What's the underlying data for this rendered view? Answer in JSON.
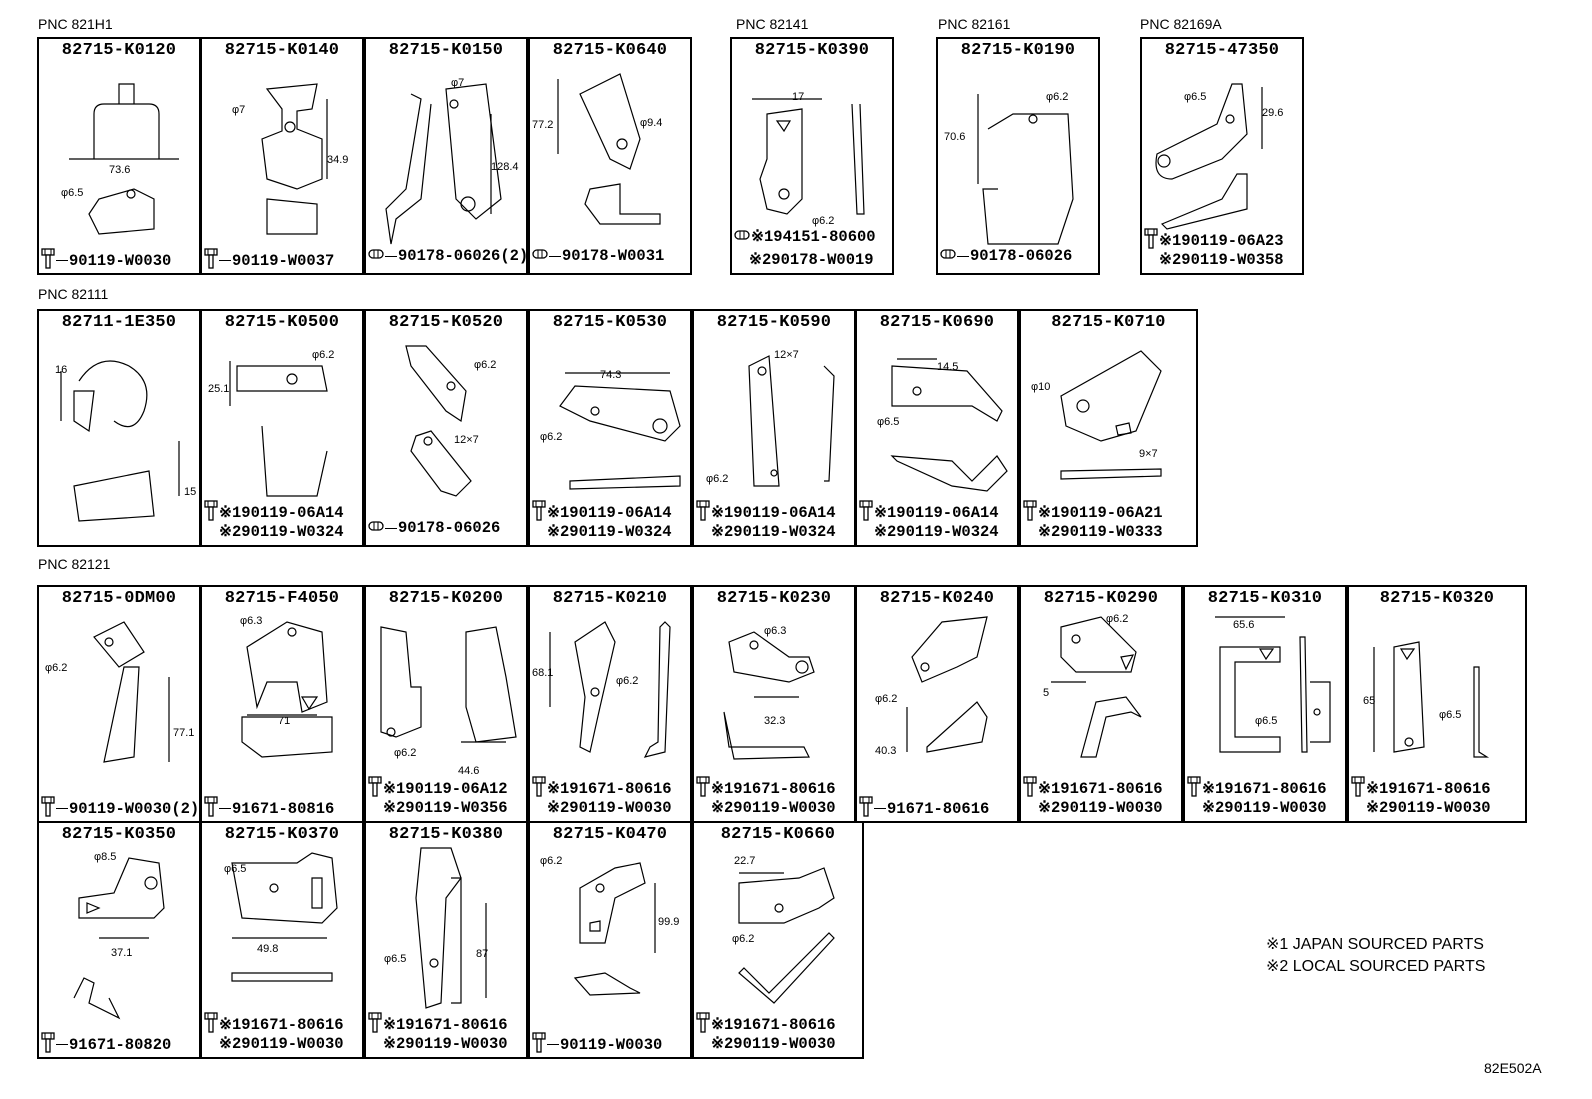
{
  "groups": [
    {
      "pnc": "PNC 821H1",
      "cells": [
        {
          "part": "82715-K0120",
          "fasteners": [
            {
              "icon": "bolt",
              "text": "90119-W0030"
            }
          ],
          "dims": [
            "73.6",
            "φ6.5"
          ]
        },
        {
          "part": "82715-K0140",
          "fasteners": [
            {
              "icon": "bolt",
              "text": "90119-W0037"
            }
          ],
          "dims": [
            "φ7",
            "34.9"
          ]
        },
        {
          "part": "82715-K0150",
          "fasteners": [
            {
              "icon": "clip",
              "text": "90178-06026(2)"
            }
          ],
          "dims": [
            "φ7",
            "128.4"
          ]
        },
        {
          "part": "82715-K0640",
          "fasteners": [
            {
              "icon": "clip",
              "text": "90178-W0031"
            }
          ],
          "dims": [
            "77.2",
            "φ9.4"
          ]
        }
      ]
    },
    {
      "pnc": "PNC 82141",
      "cells": [
        {
          "part": "82715-K0390",
          "fasteners": [
            {
              "icon": "clip",
              "text": "※194151-80600"
            },
            {
              "icon": "none",
              "text": "※290178-W0019"
            }
          ],
          "dims": [
            "17",
            "φ6.2"
          ]
        }
      ]
    },
    {
      "pnc": "PNC 82161",
      "cells": [
        {
          "part": "82715-K0190",
          "fasteners": [
            {
              "icon": "clip",
              "text": "90178-06026"
            }
          ],
          "dims": [
            "φ6.2",
            "70.6"
          ]
        }
      ]
    },
    {
      "pnc": "PNC 82169A",
      "cells": [
        {
          "part": "82715-47350",
          "fasteners": [
            {
              "icon": "bolt",
              "text": "※190119-06A23"
            },
            {
              "icon": "none",
              "text": "※290119-W0358"
            }
          ],
          "dims": [
            "φ6.5",
            "29.6"
          ]
        }
      ]
    },
    {
      "pnc": "PNC 82111",
      "cells": [
        {
          "part": "82711-1E350",
          "fasteners": [],
          "dims": [
            "16",
            "15"
          ]
        },
        {
          "part": "82715-K0500",
          "fasteners": [
            {
              "icon": "bolt",
              "text": "※190119-06A14"
            },
            {
              "icon": "none",
              "text": "※290119-W0324"
            }
          ],
          "dims": [
            "φ6.2",
            "25.1"
          ]
        },
        {
          "part": "82715-K0520",
          "fasteners": [
            {
              "icon": "clip",
              "text": "90178-06026"
            }
          ],
          "dims": [
            "φ6.2",
            "12×7"
          ]
        },
        {
          "part": "82715-K0530",
          "fasteners": [
            {
              "icon": "bolt",
              "text": "※190119-06A14"
            },
            {
              "icon": "none",
              "text": "※290119-W0324"
            }
          ],
          "dims": [
            "74.3",
            "φ6.2"
          ]
        },
        {
          "part": "82715-K0590",
          "fasteners": [
            {
              "icon": "bolt",
              "text": "※190119-06A14"
            },
            {
              "icon": "none",
              "text": "※290119-W0324"
            }
          ],
          "dims": [
            "12×7",
            "φ6.2"
          ]
        },
        {
          "part": "82715-K0690",
          "fasteners": [
            {
              "icon": "bolt",
              "text": "※190119-06A14"
            },
            {
              "icon": "none",
              "text": "※290119-W0324"
            }
          ],
          "dims": [
            "14.5",
            "φ6.5"
          ]
        },
        {
          "part": "82715-K0710",
          "fasteners": [
            {
              "icon": "bolt",
              "text": "※190119-06A21"
            },
            {
              "icon": "none",
              "text": "※290119-W0333"
            }
          ],
          "dims": [
            "φ10",
            "9×7"
          ]
        }
      ]
    },
    {
      "pnc": "PNC 82121",
      "cells": [
        {
          "part": "82715-0DM00",
          "fasteners": [
            {
              "icon": "bolt",
              "text": "90119-W0030(2)"
            }
          ],
          "dims": [
            "φ6.2",
            "77.1"
          ]
        },
        {
          "part": "82715-F4050",
          "fasteners": [
            {
              "icon": "bolt",
              "text": "91671-80816"
            }
          ],
          "dims": [
            "φ6.3",
            "71"
          ]
        },
        {
          "part": "82715-K0200",
          "fasteners": [
            {
              "icon": "bolt",
              "text": "※190119-06A12"
            },
            {
              "icon": "none",
              "text": "※290119-W0356"
            }
          ],
          "dims": [
            "φ6.2",
            "44.6"
          ]
        },
        {
          "part": "82715-K0210",
          "fasteners": [
            {
              "icon": "bolt",
              "text": "※191671-80616"
            },
            {
              "icon": "none",
              "text": "※290119-W0030"
            }
          ],
          "dims": [
            "68.1",
            "φ6.2"
          ]
        },
        {
          "part": "82715-K0230",
          "fasteners": [
            {
              "icon": "bolt",
              "text": "※191671-80616"
            },
            {
              "icon": "none",
              "text": "※290119-W0030"
            }
          ],
          "dims": [
            "φ6.3",
            "32.3"
          ]
        },
        {
          "part": "82715-K0240",
          "fasteners": [
            {
              "icon": "bolt",
              "text": "91671-80616"
            }
          ],
          "dims": [
            "φ6.2",
            "40.3"
          ]
        },
        {
          "part": "82715-K0290",
          "fasteners": [
            {
              "icon": "bolt",
              "text": "※191671-80616"
            },
            {
              "icon": "none",
              "text": "※290119-W0030"
            }
          ],
          "dims": [
            "φ6.2",
            "5"
          ]
        },
        {
          "part": "82715-K0310",
          "fasteners": [
            {
              "icon": "bolt",
              "text": "※191671-80616"
            },
            {
              "icon": "none",
              "text": "※290119-W0030"
            }
          ],
          "dims": [
            "65.6",
            "φ6.5"
          ]
        },
        {
          "part": "82715-K0320",
          "fasteners": [
            {
              "icon": "bolt",
              "text": "※191671-80616"
            },
            {
              "icon": "none",
              "text": "※290119-W0030"
            }
          ],
          "dims": [
            "65",
            "φ6.5"
          ]
        },
        {
          "part": "82715-K0350",
          "fasteners": [
            {
              "icon": "bolt",
              "text": "91671-80820"
            }
          ],
          "dims": [
            "φ8.5",
            "37.1"
          ]
        },
        {
          "part": "82715-K0370",
          "fasteners": [
            {
              "icon": "bolt",
              "text": "※191671-80616"
            },
            {
              "icon": "none",
              "text": "※290119-W0030"
            }
          ],
          "dims": [
            "φ6.5",
            "49.8"
          ]
        },
        {
          "part": "82715-K0380",
          "fasteners": [
            {
              "icon": "bolt",
              "text": "※191671-80616"
            },
            {
              "icon": "none",
              "text": "※290119-W0030"
            }
          ],
          "dims": [
            "φ6.5",
            "87"
          ]
        },
        {
          "part": "82715-K0470",
          "fasteners": [
            {
              "icon": "bolt",
              "text": "90119-W0030"
            }
          ],
          "dims": [
            "φ6.2",
            "99.9"
          ]
        },
        {
          "part": "82715-K0660",
          "fasteners": [
            {
              "icon": "bolt",
              "text": "※191671-80616"
            },
            {
              "icon": "none",
              "text": "※290119-W0030"
            }
          ],
          "dims": [
            "22.7",
            "φ6.2"
          ]
        }
      ]
    }
  ],
  "legend": [
    "※1 JAPAN SOURCED PARTS",
    "※2 LOCAL SOURCED PARTS"
  ],
  "diagram_id": "82E502A",
  "colors": {
    "line": "#000000",
    "background": "#ffffff"
  }
}
